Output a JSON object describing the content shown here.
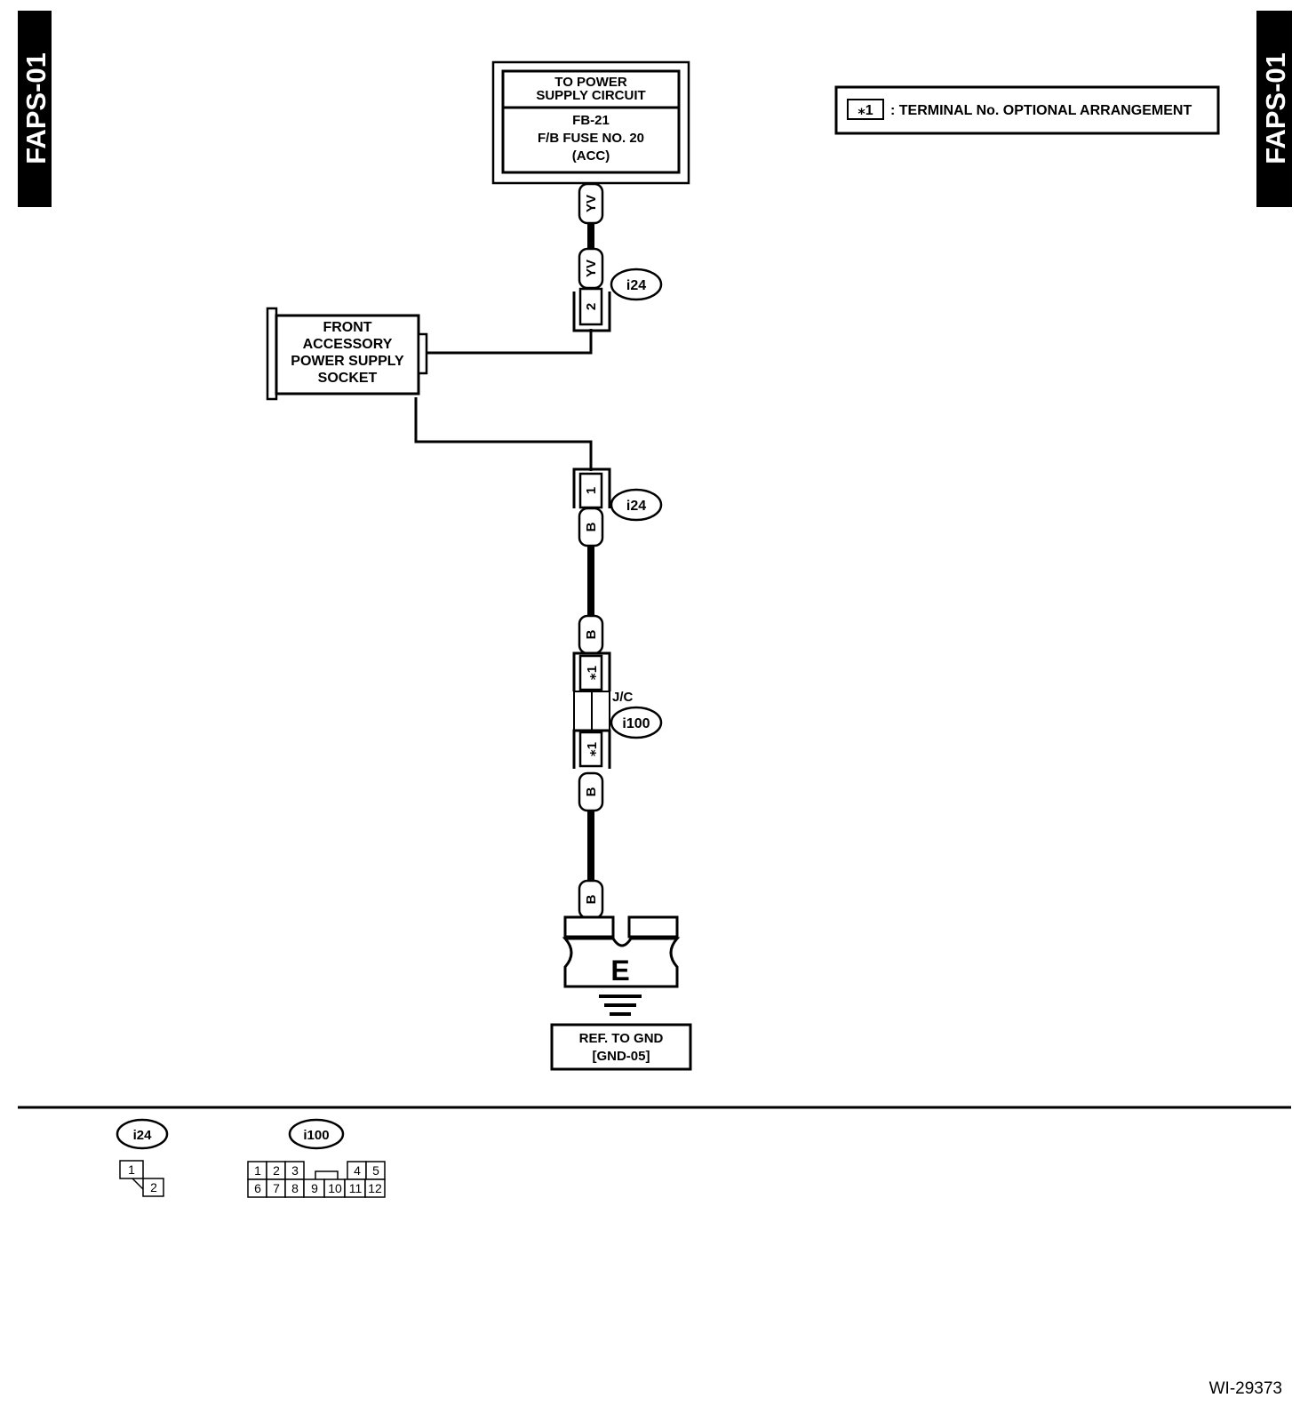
{
  "page_tag": "FAPS-01",
  "note": {
    "symbol": "⁎1",
    "text": ": TERMINAL No. OPTIONAL ARRANGEMENT"
  },
  "power_box": {
    "title_line1": "TO POWER",
    "title_line2": "SUPPLY CIRCUIT",
    "line1": "FB-21",
    "line2": "F/B FUSE NO. 20",
    "line3": "(ACC)"
  },
  "socket": {
    "line1": "FRONT",
    "line2": "ACCESSORY",
    "line3": "POWER SUPPLY",
    "line4": "SOCKET"
  },
  "wires": {
    "power": "YV",
    "ground": "B"
  },
  "connectors": {
    "i24": {
      "id": "i24",
      "pin_power": "2",
      "pin_ground": "1"
    },
    "i100": {
      "id": "i100",
      "label": "J/C",
      "pin": "⁎1"
    }
  },
  "ground": {
    "label": "E",
    "ref_line1": "REF. TO GND",
    "ref_line2": "[GND-05]"
  },
  "connector_views": {
    "i24": {
      "id": "i24",
      "pins": [
        "1",
        "2"
      ]
    },
    "i100": {
      "id": "i100",
      "row1": [
        "1",
        "2",
        "3",
        "4",
        "5"
      ],
      "row2": [
        "6",
        "7",
        "8",
        "9",
        "10",
        "11",
        "12"
      ]
    }
  },
  "figure_id": "WI-29373"
}
